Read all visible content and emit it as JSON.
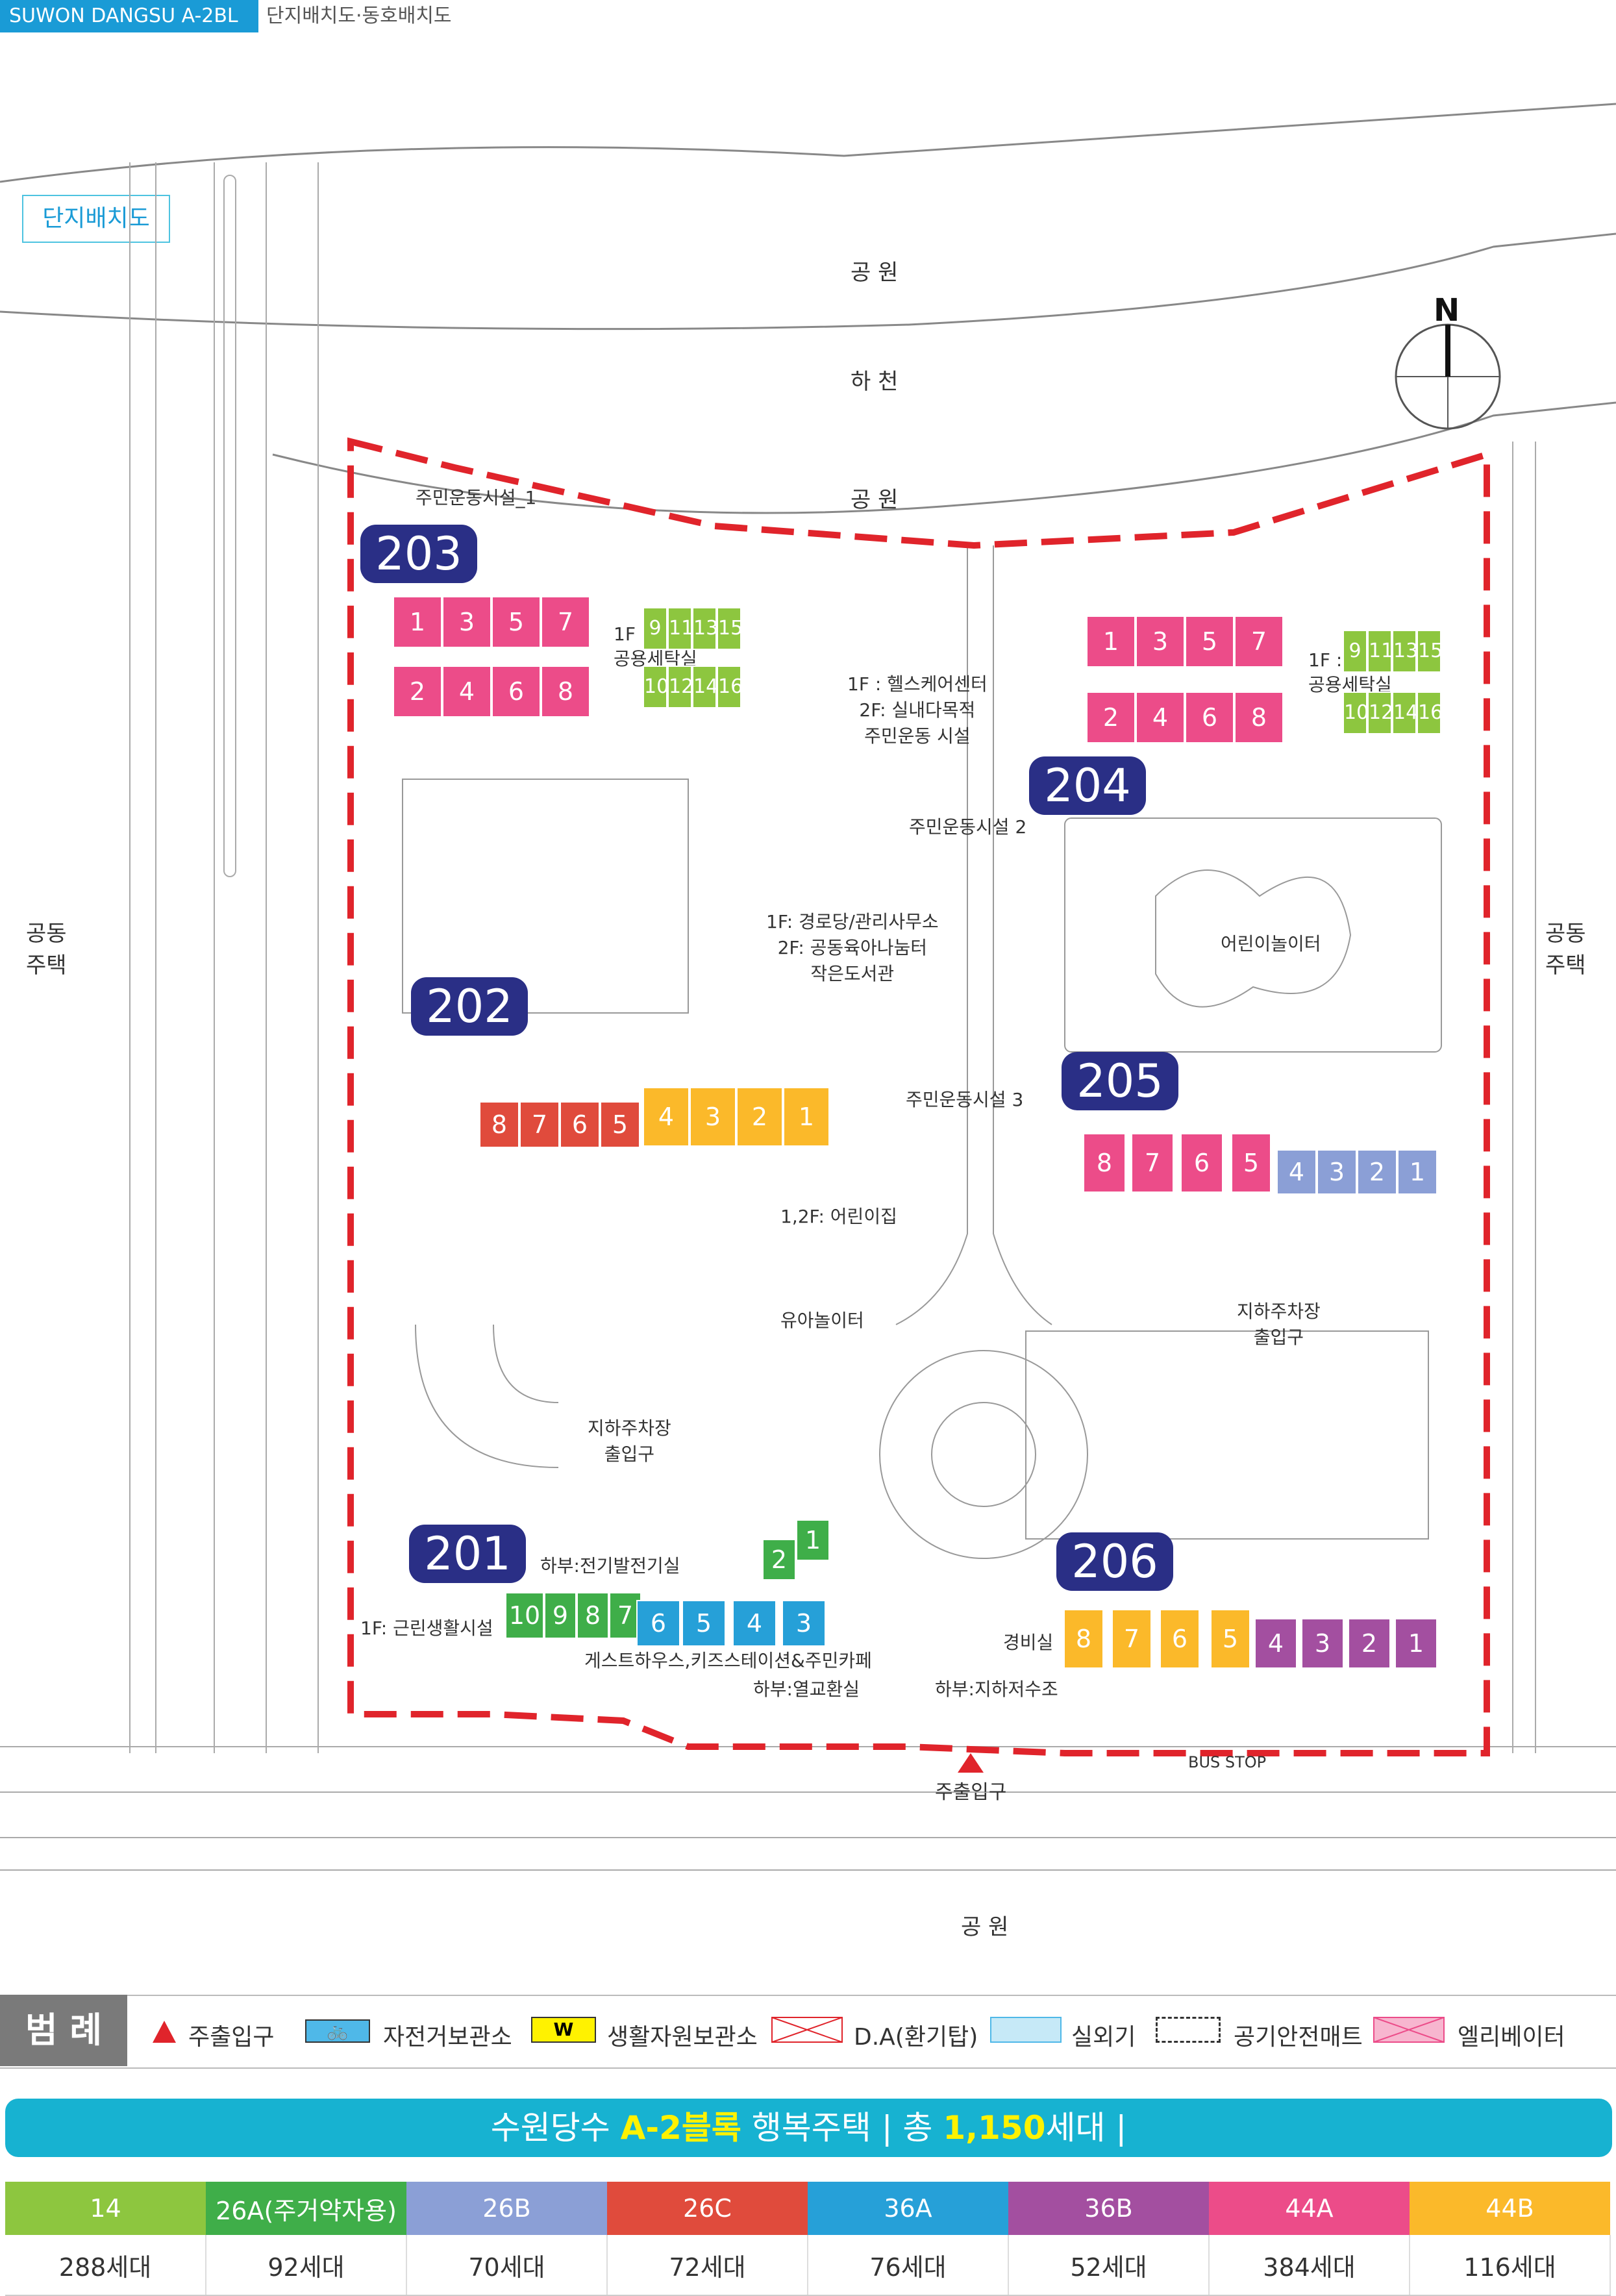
{
  "header": {
    "tag": "SUWON DANGSU A-2BL",
    "subtitle": "단지배치도·동호배치도"
  },
  "section_tab": "단지배치도",
  "map": {
    "north_label": "N",
    "surroundings": {
      "park_top": "공 원",
      "river": "하 천",
      "park_north": "공 원",
      "housing_left": "공동\n주택",
      "housing_right": "공동\n주택",
      "park_bottom": "공 원",
      "main_entrance": "주출입구",
      "bus_stop": "BUS STOP"
    },
    "facilities": {
      "community_1": "주민운동시설_1",
      "community_2": "주민운동시설 2",
      "community_3": "주민운동시설 3",
      "health_center": "1F : 헬스케어센터\n2F: 실내다목적\n주민운동 시설",
      "senior_center": "1F: 경로당/관리사무소\n2F: 공동육아나눔터\n작은도서관",
      "daycare": "1,2F: 어린이집",
      "toddler_play": "유아놀이터",
      "kids_playground": "어린이놀이터",
      "laundry_203": "1F :\n공용세탁실",
      "laundry_204": "1F :\n공용세탁실",
      "parking_entry_1": "지하주차장\n출입구",
      "parking_entry_2": "지하주차장\n출입구",
      "electric_room": "하부:전기발전기실",
      "neighborhood": "1F: 근린생활시설",
      "guesthouse": "게스트하우스,키즈스테이션&주민카페",
      "heat_exchange": "하부:열교환실",
      "guard": "경비실",
      "water_tank": "하부:지하저수조"
    },
    "buildings": [
      {
        "id": "203",
        "rows": [
          [
            "1",
            "3",
            "5",
            "7"
          ],
          [
            "2",
            "4",
            "6",
            "8"
          ]
        ],
        "green_rows": [
          [
            "9",
            "11",
            "13",
            "15"
          ],
          [
            "10",
            "12",
            "14",
            "16"
          ]
        ]
      },
      {
        "id": "204",
        "rows": [
          [
            "1",
            "3",
            "5",
            "7"
          ],
          [
            "2",
            "4",
            "6",
            "8"
          ]
        ],
        "green_rows": [
          [
            "9",
            "11",
            "13",
            "15"
          ],
          [
            "10",
            "12",
            "14",
            "16"
          ]
        ]
      },
      {
        "id": "202",
        "red": [
          "8",
          "7",
          "6",
          "5"
        ],
        "yellow": [
          "4",
          "3",
          "2",
          "1"
        ]
      },
      {
        "id": "205",
        "pink": [
          "8",
          "7",
          "6",
          "5"
        ],
        "blue": [
          "4",
          "3",
          "2",
          "1"
        ]
      },
      {
        "id": "201",
        "green": [
          "10",
          "9",
          "8",
          "7"
        ],
        "teal": [
          "6",
          "5",
          "4",
          "3"
        ],
        "green_small": [
          "2",
          "1"
        ]
      },
      {
        "id": "206",
        "yellow": [
          "8",
          "7",
          "6",
          "5"
        ],
        "purple": [
          "4",
          "3",
          "2",
          "1"
        ]
      }
    ]
  },
  "legend": {
    "title": "범 례",
    "items": [
      {
        "icon": "triangle-icon",
        "label": "주출입구"
      },
      {
        "icon": "bicycle-icon",
        "label": "자전거보관소"
      },
      {
        "icon": "w-box-icon",
        "label": "생활자원보관소"
      },
      {
        "icon": "cross-box-icon",
        "label": "D.A(환기탑)"
      },
      {
        "icon": "light-blue-box-icon",
        "label": "실외기"
      },
      {
        "icon": "dashed-box-icon",
        "label": "공기안전매트"
      },
      {
        "icon": "pink-cross-box-icon",
        "label": "엘리베이터"
      }
    ]
  },
  "summary": {
    "prefix": "수원당수 ",
    "block": "A-2블록",
    "middle": " 행복주택 | 총 ",
    "total": "1,150",
    "suffix": "세대 |"
  },
  "unit_types": [
    {
      "type": "14",
      "count": "288세대",
      "color": "#8dc63f"
    },
    {
      "type": "26A(주거약자용)",
      "count": "92세대",
      "color": "#3fae49"
    },
    {
      "type": "26B",
      "count": "70세대",
      "color": "#8b9fd6"
    },
    {
      "type": "26C",
      "count": "72세대",
      "color": "#e04b3c"
    },
    {
      "type": "36A",
      "count": "76세대",
      "color": "#26a0d8"
    },
    {
      "type": "36B",
      "count": "52세대",
      "color": "#a34fa0"
    },
    {
      "type": "44A",
      "count": "384세대",
      "color": "#ec4c89"
    },
    {
      "type": "44B",
      "count": "116세대",
      "color": "#fbb92a"
    }
  ],
  "colors": {
    "boundary": "#e0242b",
    "badge": "#2a2f86",
    "pink": "#ec4c89",
    "green": "#8dc63f",
    "green_dark": "#3fae49",
    "red": "#e04b3c",
    "yellow": "#fbb92a",
    "blue": "#8b9fd6",
    "teal": "#26a0d8",
    "purple": "#a34fa0"
  }
}
